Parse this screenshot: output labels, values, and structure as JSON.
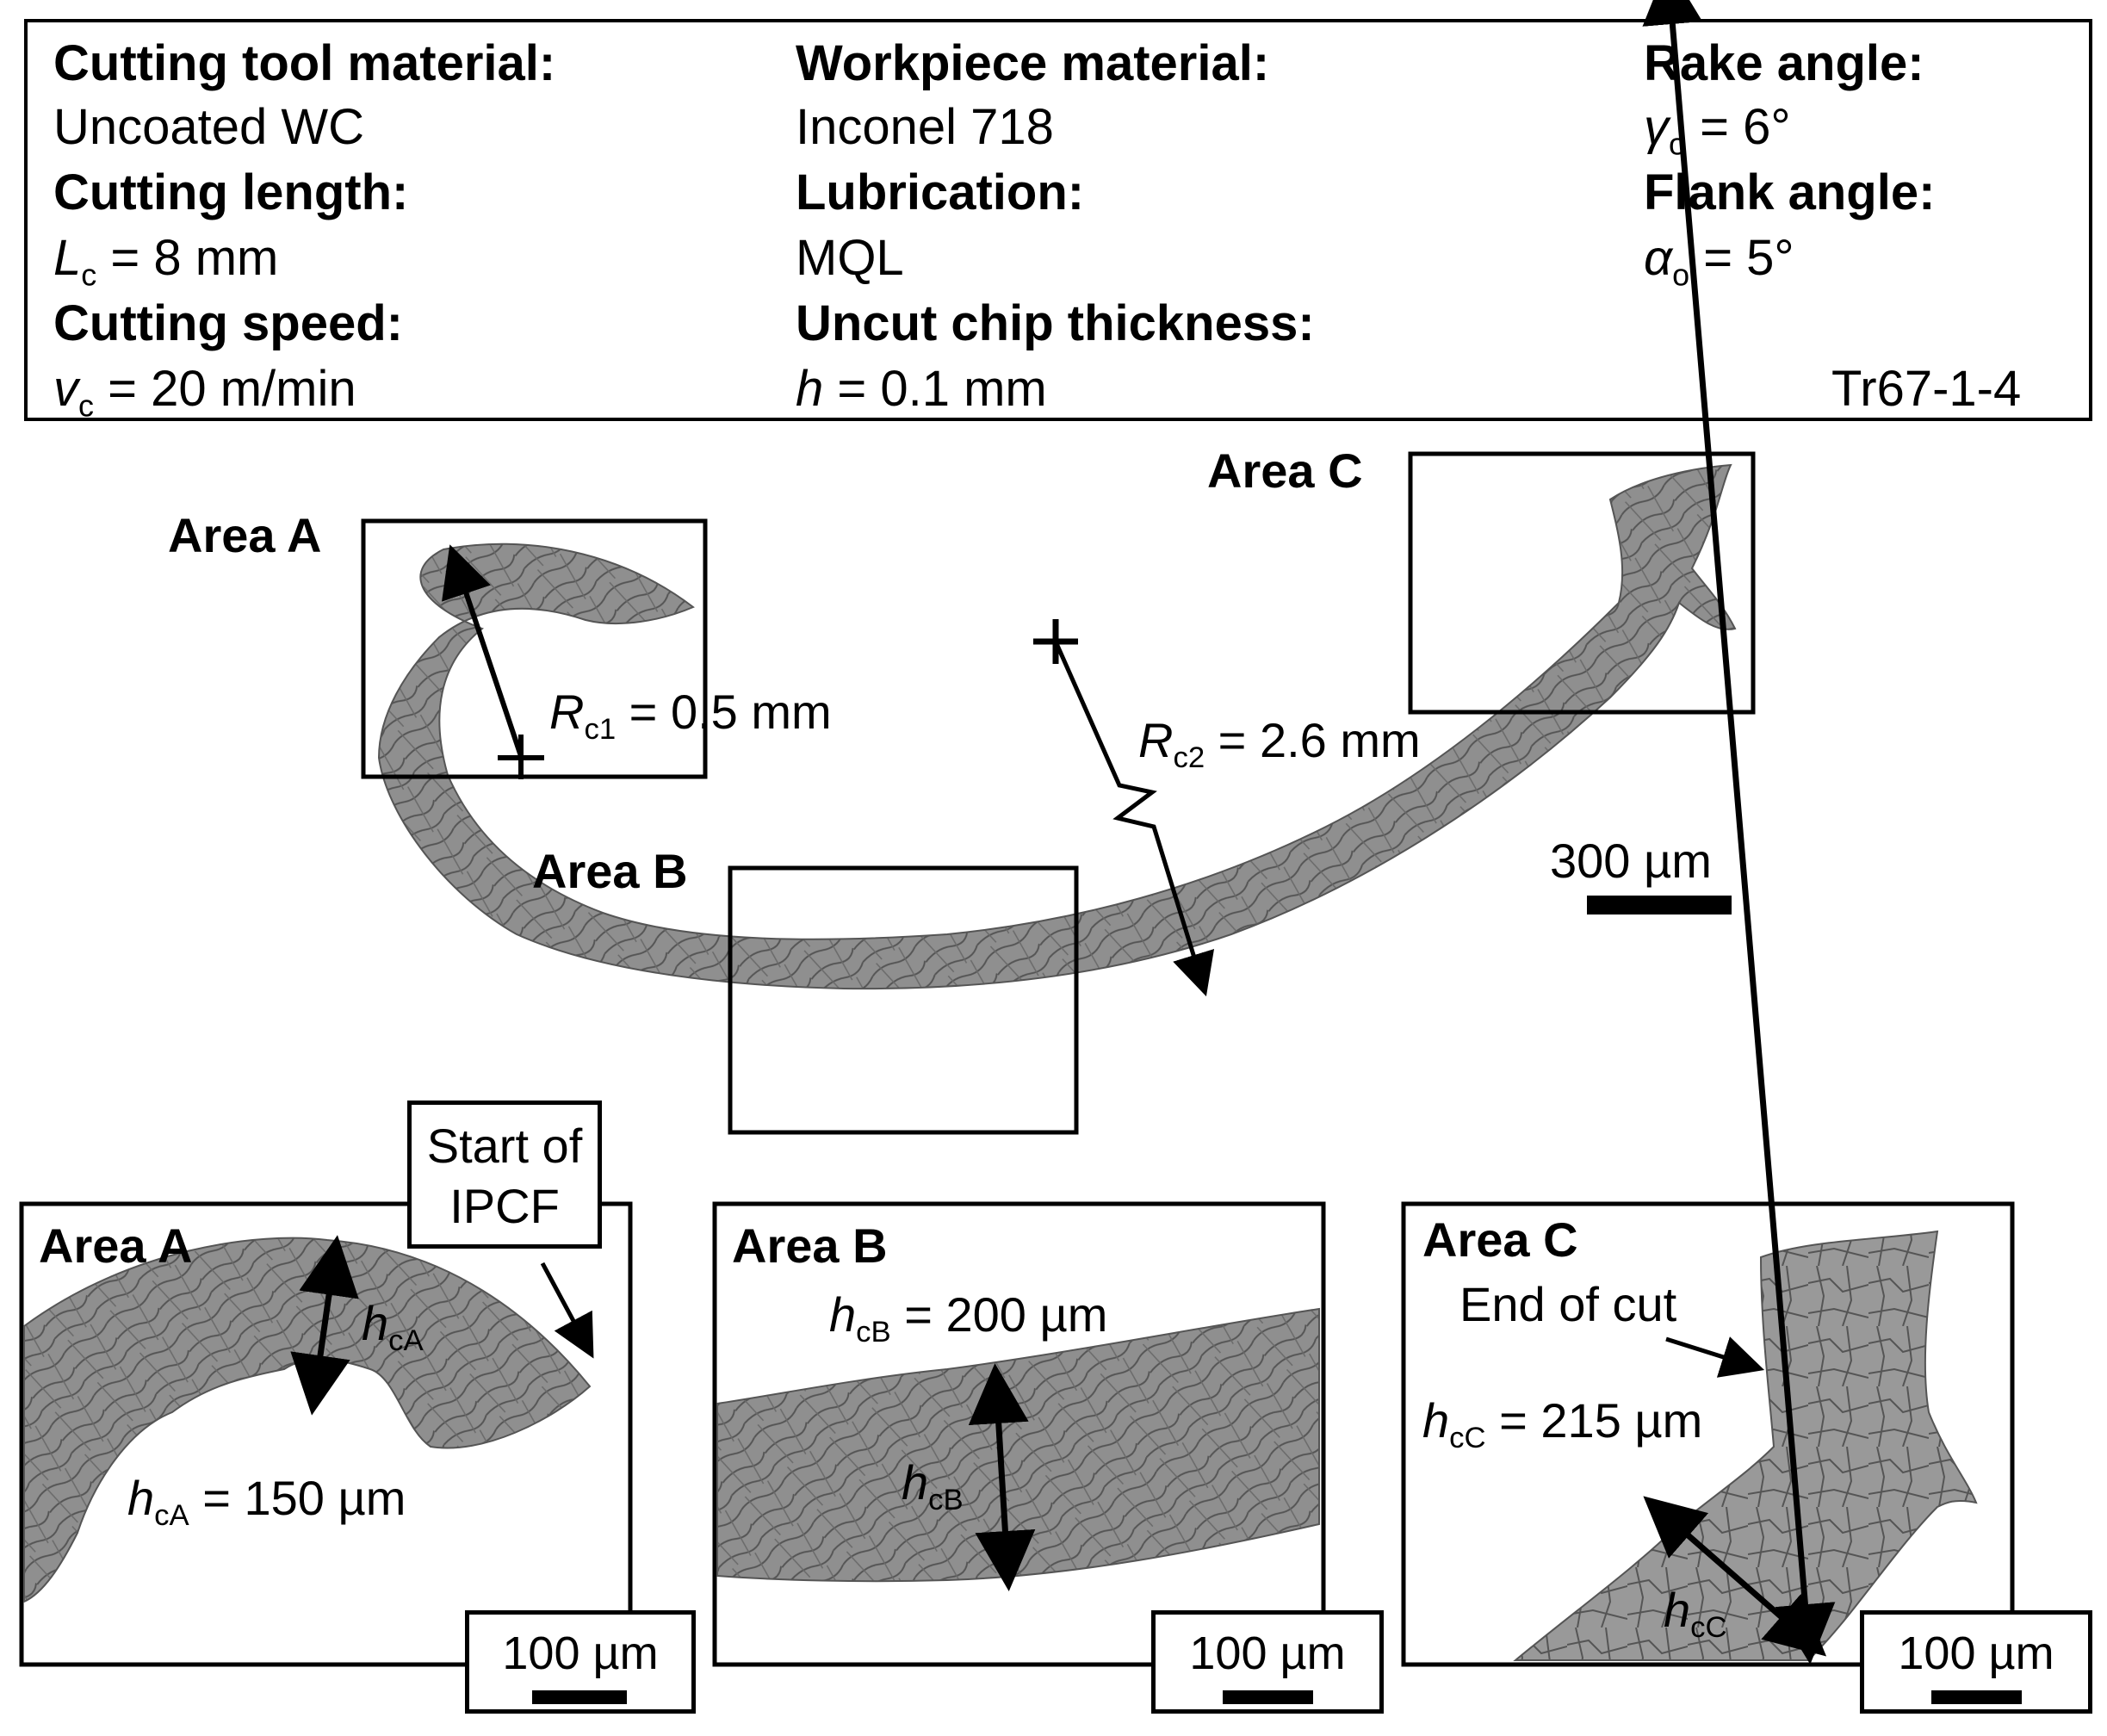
{
  "params": {
    "tool_material_label": "Cutting tool material:",
    "tool_material_value": "Uncoated WC",
    "cutting_length_label": "Cutting length:",
    "cutting_length_var": "L",
    "cutting_length_sub": "c",
    "cutting_length_val": " = 8 mm",
    "cutting_speed_label": "Cutting speed:",
    "cutting_speed_var": "v",
    "cutting_speed_sub": "c",
    "cutting_speed_val": " = 20 m/min",
    "workpiece_label": "Workpiece material:",
    "workpiece_value": "Inconel 718",
    "lubrication_label": "Lubrication:",
    "lubrication_value": "MQL",
    "uncut_label": "Uncut chip thickness:",
    "uncut_var": "h",
    "uncut_val": " = 0.1 mm",
    "rake_label": "Rake angle:",
    "rake_var": "γ",
    "rake_sub": "o",
    "rake_val": " = 6°",
    "flank_label": "Flank angle:",
    "flank_var": "α",
    "flank_sub": "o",
    "flank_val": " = 5°",
    "test_id": "Tr67-1-4"
  },
  "main": {
    "area_a": "Area A",
    "area_b": "Area B",
    "area_c": "Area C",
    "rc1_var": "R",
    "rc1_sub": "c1",
    "rc1_val": " = 0.5 mm",
    "rc2_var": "R",
    "rc2_sub": "c2",
    "rc2_val": " = 2.6 mm",
    "scale": "300 µm"
  },
  "panel_a": {
    "title": "Area A",
    "callout": "Start of\nIPCF",
    "callout_line1": "Start of",
    "callout_line2": "IPCF",
    "h_var": "h",
    "h_sub": "cA",
    "meas_var": "h",
    "meas_sub": "cA",
    "meas_val": " = 150 µm",
    "scale": "100 µm"
  },
  "panel_b": {
    "title": "Area B",
    "h_var": "h",
    "h_sub": "cB",
    "meas_var": "h",
    "meas_sub": "cB",
    "meas_val": " = 200 µm",
    "scale": "100 µm"
  },
  "panel_c": {
    "title": "Area C",
    "end_label": "End of cut",
    "h_var": "h",
    "h_sub": "cC",
    "meas_var": "h",
    "meas_sub": "cC",
    "meas_val": " = 215 µm",
    "scale": "100 µm"
  },
  "colors": {
    "chip_gray": "#8c8c8c",
    "grain_line": "#4a4a4a",
    "frame": "#000000"
  }
}
